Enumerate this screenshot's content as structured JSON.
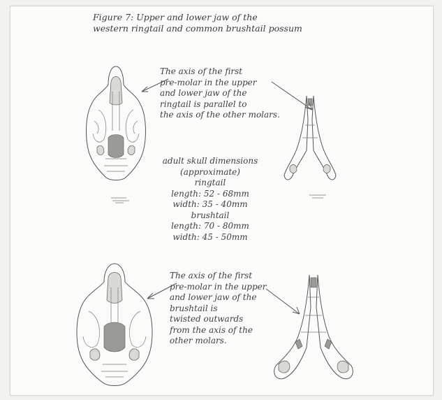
{
  "figure": {
    "title_lines": [
      "Figure 7: Upper and lower jaw of the",
      "western ringtail and common brushtail possum"
    ]
  },
  "ringtail_note": {
    "lines": [
      "The axis of the first",
      "pre-molar in the upper",
      "and lower jaw of the",
      "ringtail is parallel to",
      "the axis of the other molars."
    ]
  },
  "dimensions": {
    "lines": [
      "adult skull dimensions",
      "(approximate)",
      "ringtail",
      "length: 52 - 68mm",
      "width: 35 - 40mm",
      "brushtail",
      "length: 70 - 80mm",
      "width: 45 - 50mm"
    ]
  },
  "brushtail_note": {
    "lines": [
      "The axis of the first",
      "pre-molar in the upper",
      "and lower jaw of the",
      "brushtail is",
      "twisted outwards",
      "from the axis of the",
      "other molars."
    ]
  },
  "colors": {
    "ink": "#3f3f3f",
    "paper": "#fbfbfa"
  }
}
